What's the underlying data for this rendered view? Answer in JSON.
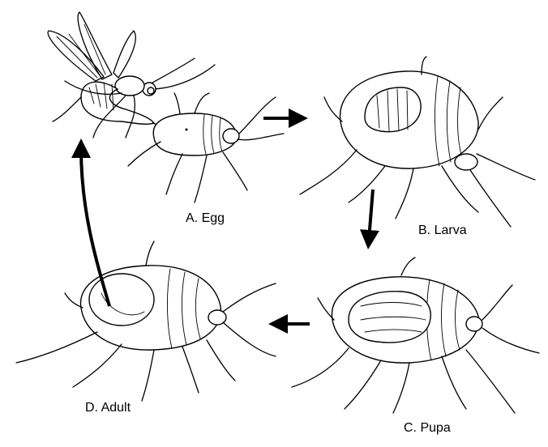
{
  "stages": [
    {
      "id": "egg",
      "label": "A. Egg"
    },
    {
      "id": "larva",
      "label": "B. Larva"
    },
    {
      "id": "pupa",
      "label": "C. Pupa"
    },
    {
      "id": "adult",
      "label": "D. Adult"
    }
  ],
  "colors": {
    "ink": "#000000",
    "background": "#ffffff"
  }
}
